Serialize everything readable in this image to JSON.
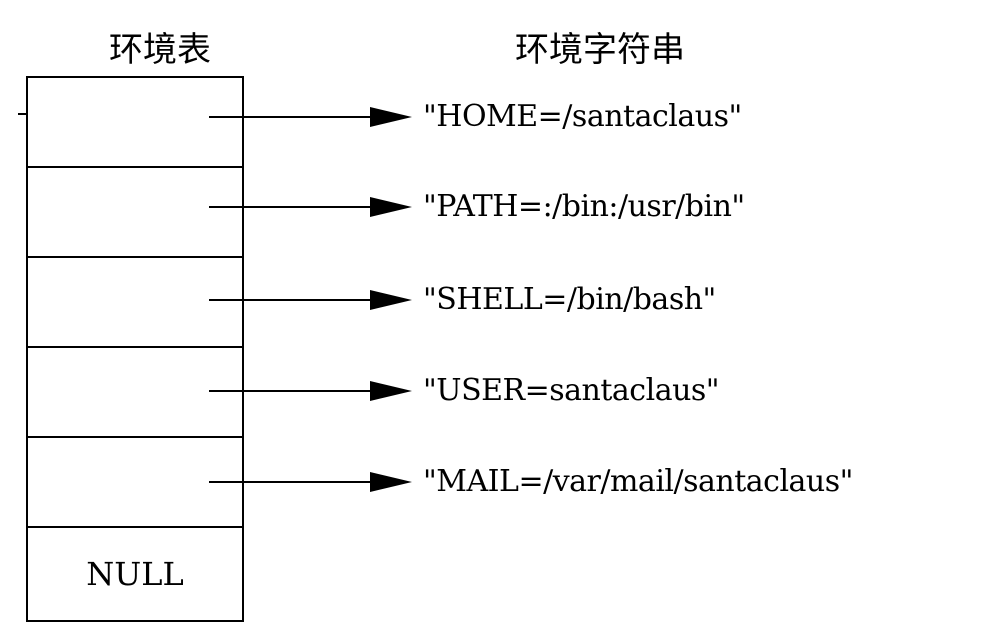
{
  "diagram": {
    "table_label": "环境表",
    "strings_label": "环境字符串",
    "entries": [
      {
        "value": "\"HOME=/santaclaus\""
      },
      {
        "value": "\"PATH=:/bin:/usr/bin\""
      },
      {
        "value": "\"SHELL=/bin/bash\""
      },
      {
        "value": "\"USER=santaclaus\""
      },
      {
        "value": "\"MAIL=/var/mail/santaclaus\""
      }
    ],
    "null_label": "NULL"
  }
}
